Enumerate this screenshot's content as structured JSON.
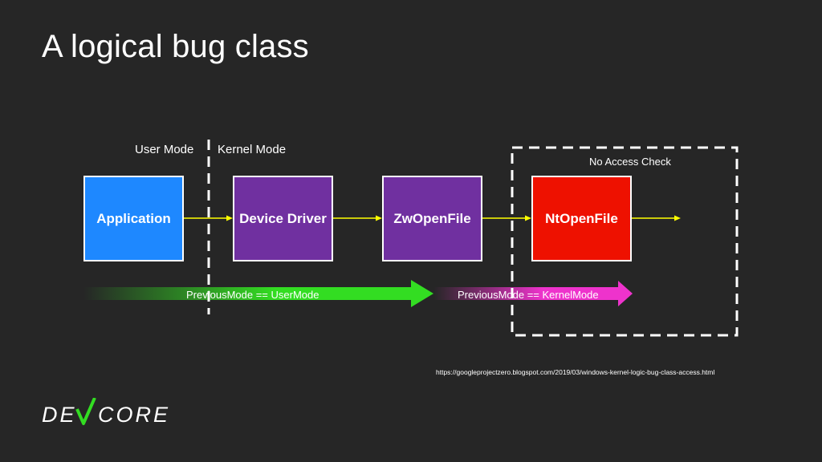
{
  "slide": {
    "title": "A logical bug class",
    "source_url": "https://googleprojectzero.blogspot.com/2019/03/windows-kernel-logic-bug-class-access.html",
    "logo_text_left": "DE",
    "logo_text_right": "CORE"
  },
  "diagram": {
    "user_mode_label": "User Mode",
    "kernel_mode_label": "Kernel Mode",
    "no_access_check_label": "No Access Check",
    "boxes": [
      {
        "label": "Application",
        "color": "#1e88ff"
      },
      {
        "label": "Device Driver",
        "color": "#7030a0"
      },
      {
        "label": "ZwOpenFile",
        "color": "#7030a0"
      },
      {
        "label": "NtOpenFile",
        "color": "#ee1100"
      }
    ],
    "mode_bars": [
      {
        "label": "PreviousMode == UserMode",
        "color": "#33dd22"
      },
      {
        "label": "PreviousMode == KernelMode",
        "color": "#ee33cc"
      }
    ],
    "connector_color": "#ffff00",
    "logo_check_color": "#33dd22"
  }
}
